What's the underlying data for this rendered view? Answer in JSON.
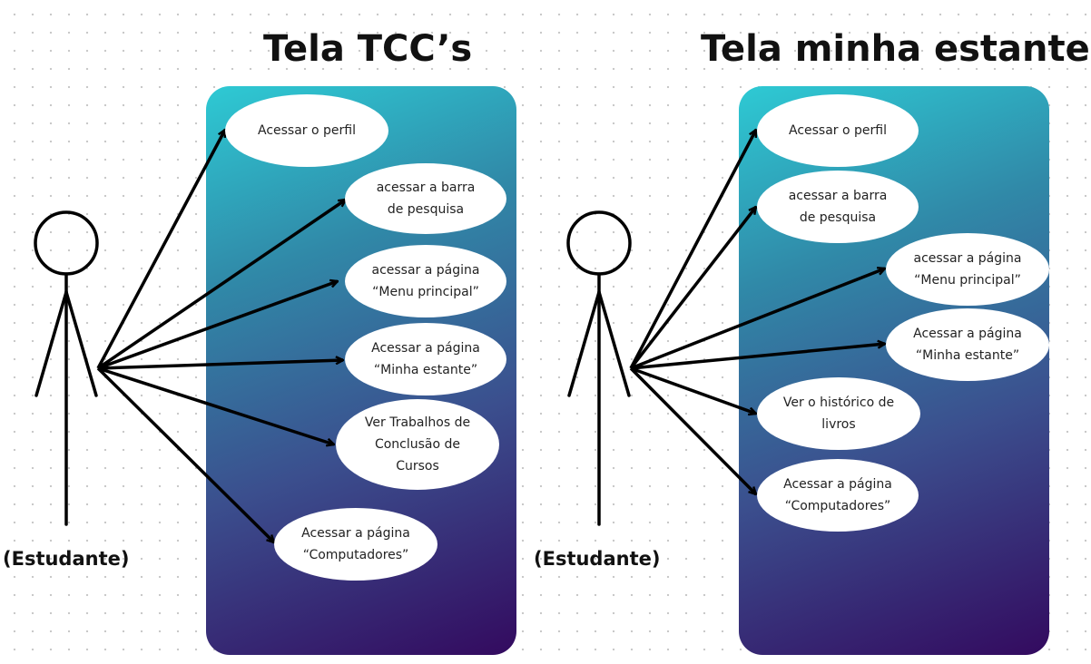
{
  "diagrams": [
    {
      "title": "Tela TCC’s",
      "actor": "(Estudante)",
      "use_cases": [
        "Acessar o perfil",
        "acessar a barra\nde pesquisa",
        "acessar a página\n“Menu principal”",
        "Acessar a página\n“Minha estante”",
        "Ver Trabalhos de\nConclusão de\nCursos",
        "Acessar a página\n“Computadores”"
      ]
    },
    {
      "title": "Tela minha estante",
      "actor": "(Estudante)",
      "use_cases": [
        "Acessar o perfil",
        "acessar a barra\nde pesquisa",
        "acessar a página\n“Menu principal”",
        "Acessar a página\n“Minha estante”",
        "Ver o histórico de\nlivros",
        "Acessar a página\n“Computadores”"
      ]
    }
  ]
}
